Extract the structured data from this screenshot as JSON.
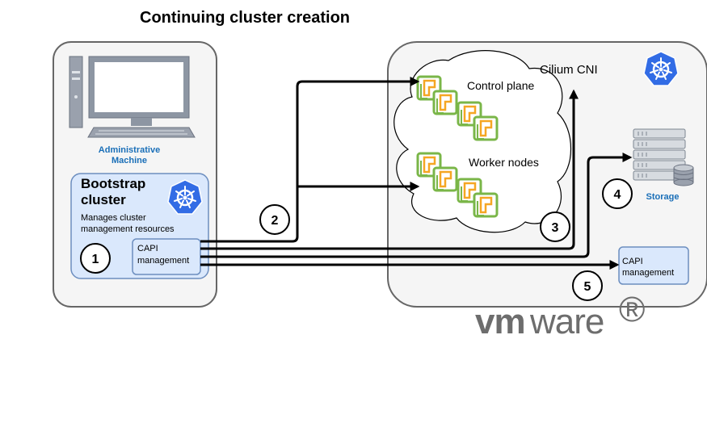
{
  "title": "Continuing cluster creation",
  "admin_machine": {
    "label_line1": "Administrative",
    "label_line2": "Machine"
  },
  "bootstrap": {
    "title_line1": "Bootstrap",
    "title_line2": "cluster",
    "desc_line1": "Manages cluster",
    "desc_line2": "management resources",
    "capi_line1": "CAPI",
    "capi_line2": "management",
    "step": "1"
  },
  "vsphere": {
    "control_plane": "Control plane",
    "worker_nodes": "Worker nodes",
    "cilium": "Cilium CNI",
    "storage": "Storage",
    "capi_line1": "CAPI",
    "capi_line2": "management",
    "logo_bold": "vm",
    "logo_light": "ware",
    "logo_reg": "®"
  },
  "steps": [
    "2",
    "3",
    "4",
    "5"
  ],
  "colors": {
    "panel_fill": "#f5f5f5",
    "panel_stroke": "#666666",
    "bootstrap_fill": "#dae8fc",
    "bootstrap_stroke": "#6c8ebf",
    "k8s_blue": "#326ce5",
    "vm_green": "#7ab648",
    "vm_orange": "#f5a623",
    "label_blue": "#1a6fb8"
  },
  "icons": [
    "computer-icon",
    "kubernetes-icon",
    "vm-icon",
    "storage-server-icon",
    "database-icon",
    "vmware-logo"
  ]
}
